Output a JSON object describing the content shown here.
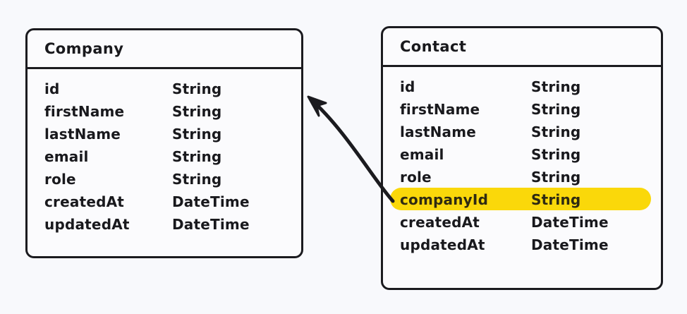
{
  "diagram": {
    "background_color": "#f8f9fc",
    "line_color": "#1b1b1f",
    "highlight_color": "#fad80a",
    "entities": [
      {
        "title": "Company",
        "fields": [
          {
            "name": "id",
            "type": "String",
            "highlighted": false
          },
          {
            "name": "firstName",
            "type": "String",
            "highlighted": false
          },
          {
            "name": "lastName",
            "type": "String",
            "highlighted": false
          },
          {
            "name": "email",
            "type": "String",
            "highlighted": false
          },
          {
            "name": "role",
            "type": "String",
            "highlighted": false
          },
          {
            "name": "createdAt",
            "type": "DateTime",
            "highlighted": false
          },
          {
            "name": "updatedAt",
            "type": "DateTime",
            "highlighted": false
          }
        ]
      },
      {
        "title": "Contact",
        "fields": [
          {
            "name": "id",
            "type": "String",
            "highlighted": false
          },
          {
            "name": "firstName",
            "type": "String",
            "highlighted": false
          },
          {
            "name": "lastName",
            "type": "String",
            "highlighted": false
          },
          {
            "name": "email",
            "type": "String",
            "highlighted": false
          },
          {
            "name": "role",
            "type": "String",
            "highlighted": false
          },
          {
            "name": "companyId",
            "type": "String",
            "highlighted": true
          },
          {
            "name": "createdAt",
            "type": "DateTime",
            "highlighted": false
          },
          {
            "name": "updatedAt",
            "type": "DateTime",
            "highlighted": false
          }
        ]
      }
    ],
    "relation": {
      "from_entity": "Contact",
      "from_field": "companyId",
      "to_entity": "Company",
      "arrow_direction": "right-to-left"
    }
  }
}
